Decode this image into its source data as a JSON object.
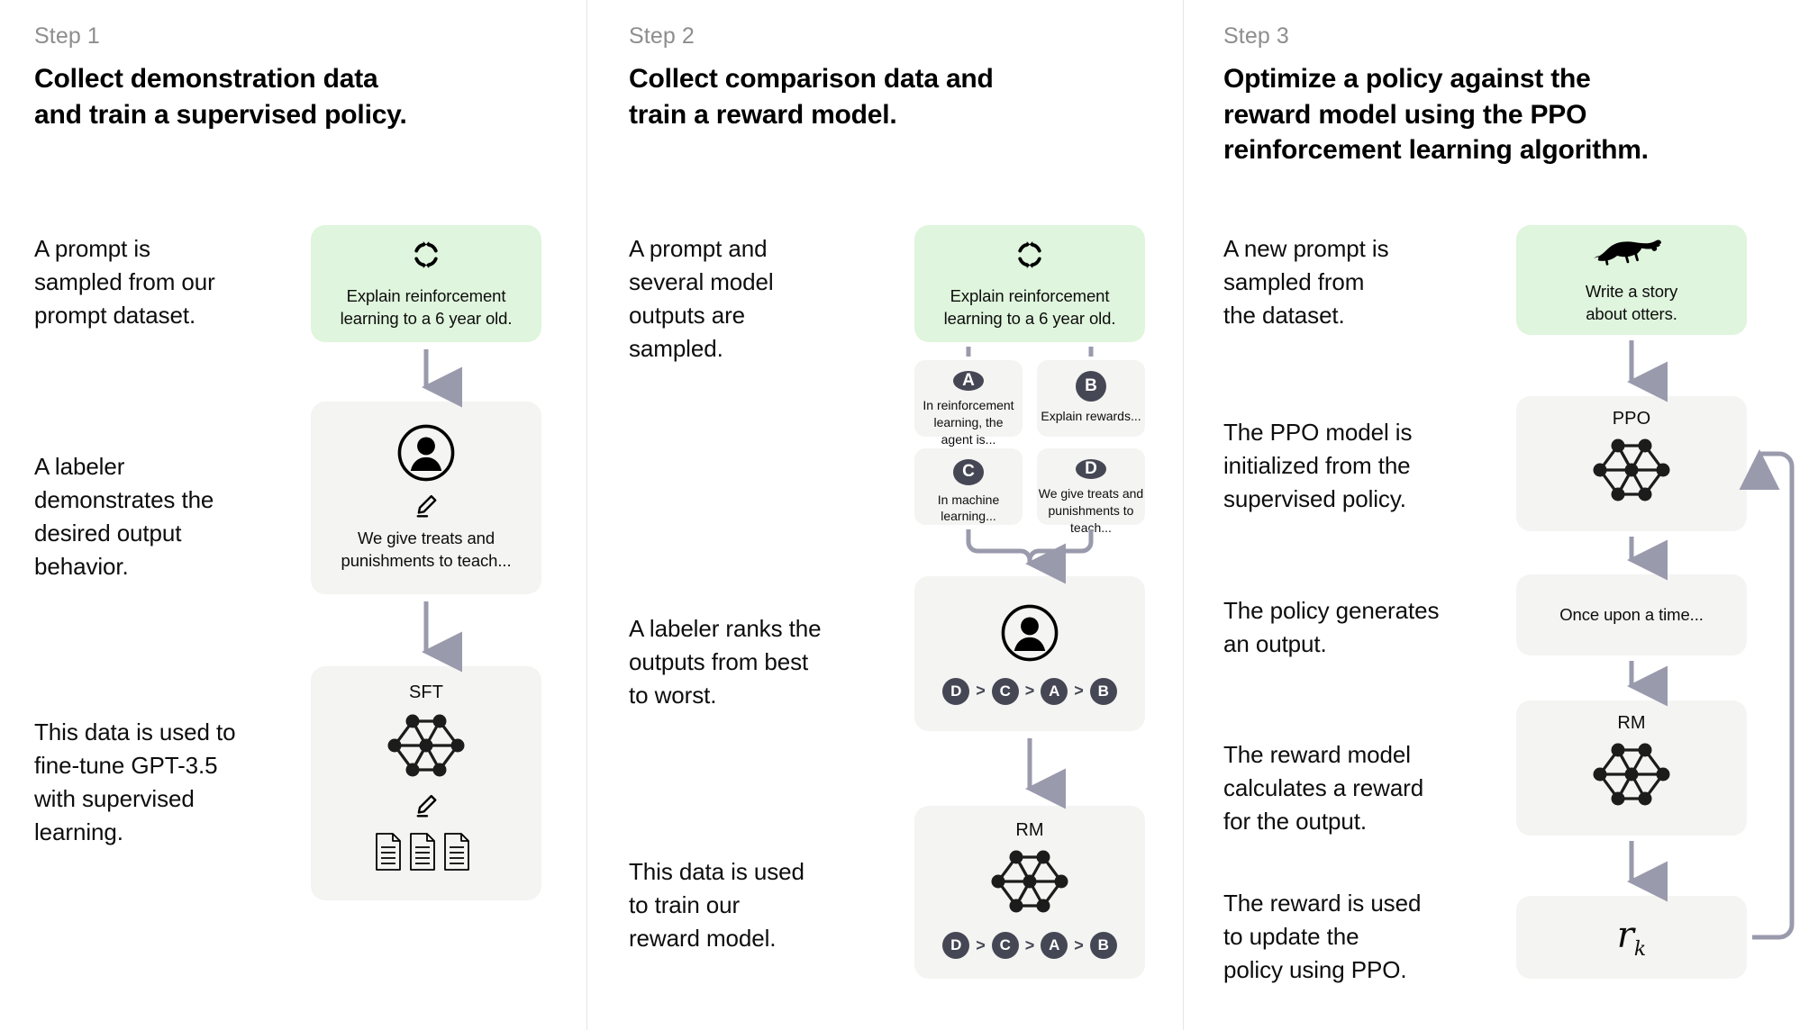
{
  "colors": {
    "prompt_card_bg": "#dff5dd",
    "card_bg": "#f4f4f2",
    "badge_bg": "#454754",
    "arrow": "#9a9aad",
    "divider": "#e6e6e6",
    "step_label": "#8e8e8e",
    "text": "#0d0d0d"
  },
  "steps": [
    {
      "label": "Step 1",
      "title": "Collect demonstration data\nand train a supervised policy.",
      "paragraphs": [
        "A prompt is\nsampled from our\nprompt dataset.",
        "A labeler\ndemonstrates the\ndesired output\nbehavior.",
        "This data is used to\nfine-tune GPT-3.5\nwith supervised\nlearning."
      ],
      "cards": [
        {
          "kind": "prompt",
          "icon": "cycle-arrows-icon",
          "caption": "Explain reinforcement\nlearning to a 6 year old."
        },
        {
          "kind": "labeler",
          "icon": "person-circle-icon",
          "sub_icon": "pencil-icon",
          "caption": "We give treats and\npunishments to teach..."
        },
        {
          "kind": "model",
          "title": "SFT",
          "icon": "neural-network-icon",
          "sub_icon": "pencil-icon",
          "extra_icon": "documents-icon"
        }
      ]
    },
    {
      "label": "Step 2",
      "title": "Collect comparison data and\ntrain a reward model.",
      "paragraphs": [
        "A prompt and\nseveral model\noutputs are\nsampled.",
        "A labeler ranks the\noutputs from best\nto worst.",
        "This data is used\nto train our\nreward model."
      ],
      "cards": [
        {
          "kind": "prompt",
          "icon": "cycle-arrows-icon",
          "caption": "Explain reinforcement\nlearning to a 6 year old."
        },
        {
          "kind": "labeler",
          "icon": "person-circle-icon",
          "ranking": [
            "D",
            "C",
            "A",
            "B"
          ]
        },
        {
          "kind": "model",
          "title": "RM",
          "icon": "neural-network-icon",
          "ranking": [
            "D",
            "C",
            "A",
            "B"
          ]
        }
      ],
      "options": [
        {
          "badge": "A",
          "text": "In reinforcement\nlearning, the\nagent is..."
        },
        {
          "badge": "B",
          "text": "Explain rewards..."
        },
        {
          "badge": "C",
          "text": "In machine\nlearning..."
        },
        {
          "badge": "D",
          "text": "We give treats and\npunishments to\nteach..."
        }
      ]
    },
    {
      "label": "Step 3",
      "title": "Optimize a policy against the\nreward model using the PPO\nreinforcement learning algorithm.",
      "paragraphs": [
        "A new prompt is\nsampled from\nthe dataset.",
        "The PPO model is\ninitialized from the\nsupervised policy.",
        "The policy generates\nan output.",
        "The reward model\ncalculates a reward\nfor the output.",
        "The reward is used\nto update the\npolicy using PPO."
      ],
      "cards": [
        {
          "kind": "prompt",
          "icon": "otter-icon",
          "caption": "Write a story\nabout otters."
        },
        {
          "kind": "model",
          "title": "PPO",
          "icon": "neural-network-icon"
        },
        {
          "kind": "output",
          "caption": "Once upon a time..."
        },
        {
          "kind": "model",
          "title": "RM",
          "icon": "neural-network-icon"
        },
        {
          "kind": "reward",
          "math_base": "r",
          "math_sub": "k"
        }
      ]
    }
  ]
}
